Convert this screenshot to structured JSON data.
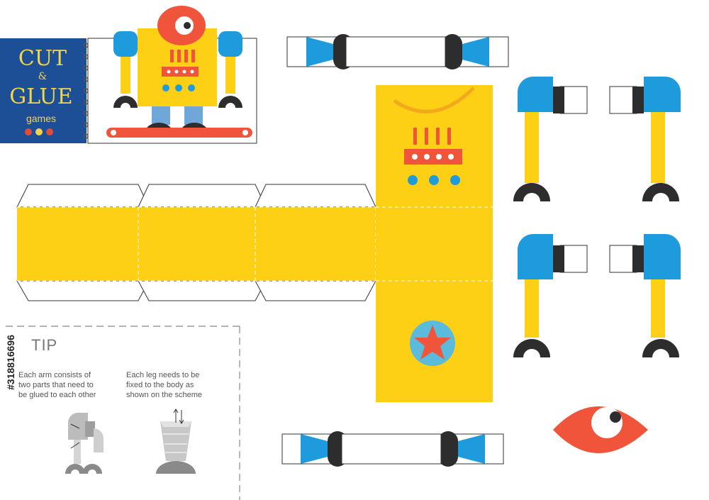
{
  "logo": {
    "line1": "CUT",
    "line2": "&",
    "line3": "GLUE",
    "line4": "games"
  },
  "tip": {
    "title": "TIP",
    "arm_text": "Each arm consists of two parts that need to be glued to each other",
    "leg_text": "Each leg needs to be fixed to the body as shown on the scheme"
  },
  "stock": {
    "id": "#318816696"
  },
  "colors": {
    "yellow": "#fdd015",
    "blue": "#1e9bdc",
    "orange": "#f0553b",
    "dark": "#2d2d2d",
    "navy": "#1c4f96"
  }
}
